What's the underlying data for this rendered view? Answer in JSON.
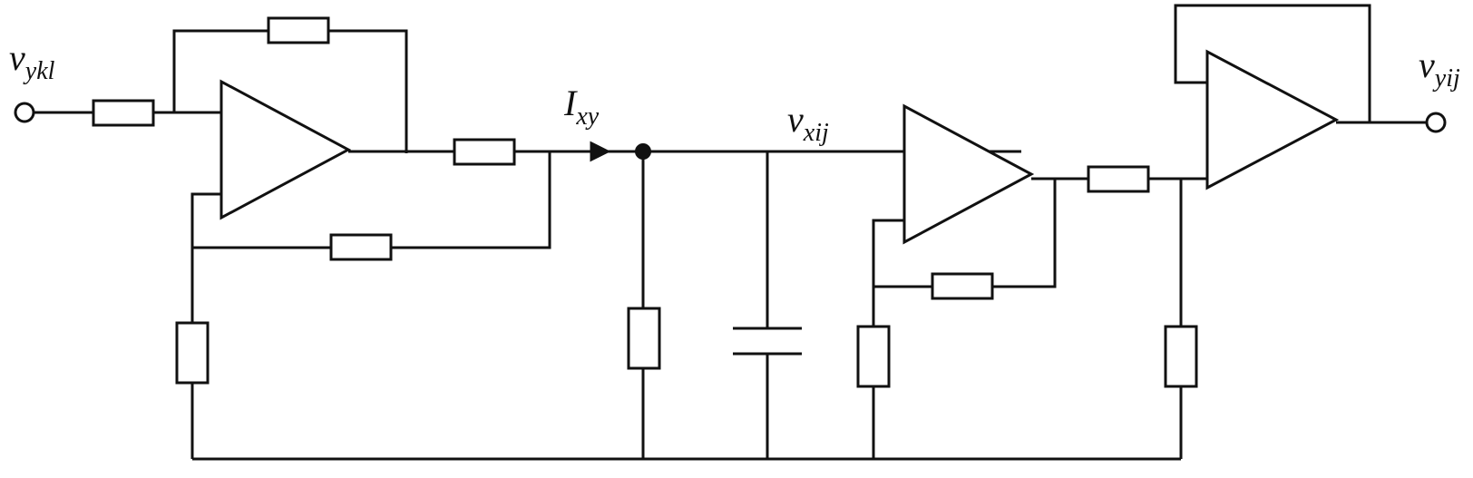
{
  "labels": {
    "input_voltage": {
      "main": "v",
      "sub": "ykl"
    },
    "current": {
      "main": "I",
      "sub": "xy"
    },
    "node_voltage": {
      "main": "v",
      "sub": "xij"
    },
    "output_voltage": {
      "main": "v",
      "sub": "yij"
    }
  }
}
